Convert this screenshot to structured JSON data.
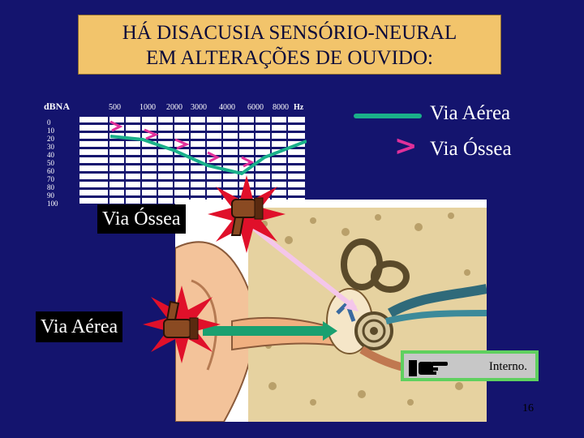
{
  "title": {
    "line1": "HÁ DISACUSIA SENSÓRIO-NEURAL",
    "line2": "EM ALTERAÇÕES DE OUVIDO:"
  },
  "audiogram": {
    "y_axis_label": "dBNA",
    "y_ticks": [
      "0",
      "10",
      "20",
      "30",
      "40",
      "50",
      "60",
      "70",
      "80",
      "90",
      "100"
    ],
    "x_ticks": [
      "500",
      "1000",
      "2000",
      "3000",
      "4000",
      "6000",
      "8000"
    ],
    "x_unit": "Hz"
  },
  "legend": {
    "aerea": "Via Aérea",
    "ossea": "Via Óssea",
    "ossea_symbol": ">"
  },
  "callouts": {
    "ossea": "Via Óssea",
    "aerea": "Via Aérea"
  },
  "interno": {
    "label": "Interno."
  },
  "page_number": "16",
  "colors": {
    "background": "#14146e",
    "title_box": "#f2c46b",
    "air_line": "#1ab08a",
    "bone_marker": "#e0309a",
    "grid": "#ffffff"
  },
  "icons": [
    "thumbs-down-icon",
    "thumbs-up-icon",
    "pointing-hand-icon",
    "starburst-icon"
  ]
}
